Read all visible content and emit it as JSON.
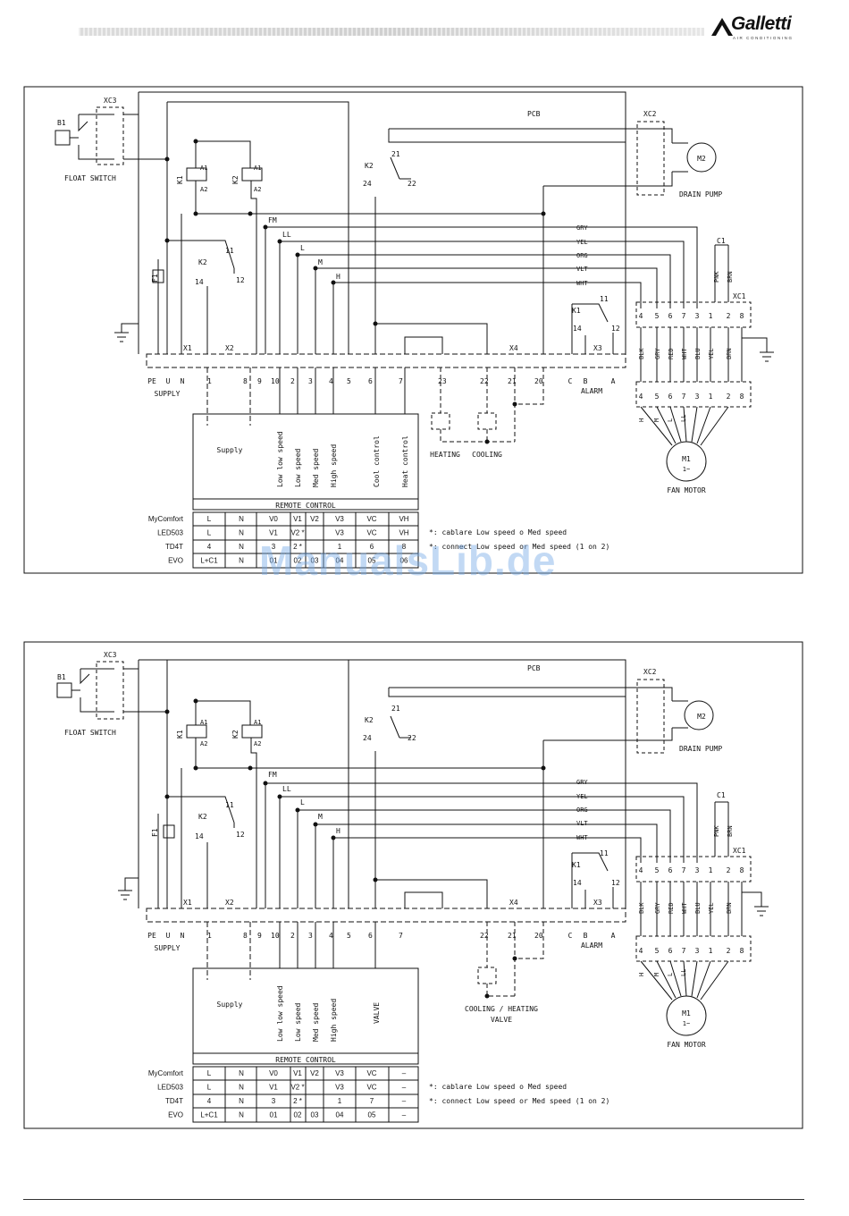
{
  "header": {
    "brand": "Galletti",
    "tagline": "AIR CONDITIONING"
  },
  "watermark": "ManualsLib.de",
  "common": {
    "pcb": "PCB",
    "float_switch": "FLOAT SWITCH",
    "drain_pump": "DRAIN PUMP",
    "fan_motor": "FAN MOTOR",
    "supply": "SUPPLY",
    "alarm": "ALARM",
    "remote_control": "REMOTE CONTROL",
    "labels": {
      "B1": "B1",
      "XC3": "XC3",
      "XC2": "XC2",
      "XC1": "XC1",
      "K1": "K1",
      "K2": "K2",
      "F1": "F1",
      "C1": "C1",
      "M2": "M2",
      "M1": "M1",
      "M1sub": "1~",
      "X1": "X1",
      "X2": "X2",
      "X3": "X3",
      "X4": "X4",
      "A1": "A1",
      "A2": "A2",
      "n21": "21",
      "n22": "22",
      "n24": "24",
      "n11": "11",
      "n12": "12",
      "n14": "14",
      "FM": "FM",
      "LL": "LL",
      "L": "L",
      "M": "M",
      "H": "H",
      "PNK": "PNK",
      "BRN": "BRN"
    },
    "wires": [
      "GRY",
      "YEL",
      "ORG",
      "VLT",
      "WHT"
    ],
    "xc1_top": [
      "4",
      "5",
      "6",
      "7",
      "3",
      "1",
      "2",
      "8"
    ],
    "xc1_bottom": [
      "4",
      "5",
      "6",
      "7",
      "3",
      "1",
      "2",
      "8"
    ],
    "xc1_colors": [
      "BLK",
      "GRY",
      "RED",
      "WHT",
      "BLU",
      "YEL",
      "BRN"
    ],
    "motor_wires": [
      "H",
      "M",
      "L",
      "LL"
    ],
    "supply_pins": [
      "PE",
      "U",
      "N"
    ],
    "alarm_pins": [
      "C",
      "B",
      "A"
    ],
    "remote_rows": [
      "MyComfort",
      "LED503",
      "TD4T",
      "EVO"
    ],
    "notes": [
      "*: cablare Low speed o Med speed",
      "*: connect Low speed or Med speed (1 on 2)"
    ]
  },
  "diagram1": {
    "pins": [
      "1",
      "8",
      "9",
      "10",
      "2",
      "3",
      "4",
      "5",
      "6",
      "7",
      "23",
      "22",
      "21",
      "20"
    ],
    "vlabels": [
      "Supply",
      "Low low speed",
      "Low speed",
      "Med speed",
      "High speed",
      "Cool control",
      "Heat control"
    ],
    "heating": "HEATING",
    "cooling": "COOLING",
    "table": [
      [
        "L",
        "N",
        "V0",
        "V1",
        "V2",
        "V3",
        "VC",
        "VH"
      ],
      [
        "L",
        "N",
        "V1",
        "V2 *",
        "",
        "V3",
        "VC",
        "VH"
      ],
      [
        "4",
        "N",
        "3",
        "2 *",
        "",
        "1",
        "6",
        "8"
      ],
      [
        "L+C1",
        "N",
        "01",
        "02",
        "03",
        "04",
        "05",
        "06"
      ]
    ]
  },
  "diagram2": {
    "pins": [
      "1",
      "8",
      "9",
      "10",
      "2",
      "3",
      "4",
      "5",
      "6",
      "7",
      "22",
      "21",
      "20"
    ],
    "vlabels": [
      "Supply",
      "Low low speed",
      "Low speed",
      "Med speed",
      "High speed",
      "VALVE"
    ],
    "valve_label": "COOLING / HEATING",
    "valve_sub": "VALVE",
    "table": [
      [
        "L",
        "N",
        "V0",
        "V1",
        "V2",
        "V3",
        "VC",
        "–"
      ],
      [
        "L",
        "N",
        "V1",
        "V2 *",
        "",
        "V3",
        "VC",
        "–"
      ],
      [
        "4",
        "N",
        "3",
        "2 *",
        "",
        "1",
        "7",
        "–"
      ],
      [
        "L+C1",
        "N",
        "01",
        "02",
        "03",
        "04",
        "05",
        "–"
      ]
    ]
  }
}
